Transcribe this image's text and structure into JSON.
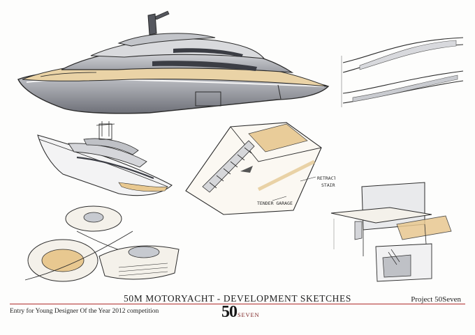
{
  "sheet": {
    "title": "50M MOTORYACHT - DEVELOPMENT SKETCHES",
    "project": "Project 50Seven",
    "entry": "Entry for Young Designer Of the Year 2012 competition",
    "logo": {
      "number": "50",
      "word": "SEVEN"
    }
  },
  "annotations": {
    "stairs_1": "RETRACTABLE",
    "stairs_2": "STAIRS",
    "tender": "TENDER GARAGE"
  },
  "colors": {
    "ink": "#2b2b2b",
    "shadow": "#7d7f86",
    "hull_grey": "#a9abb2",
    "teak": "#e8c890",
    "accent_line": "#b02a2a"
  }
}
